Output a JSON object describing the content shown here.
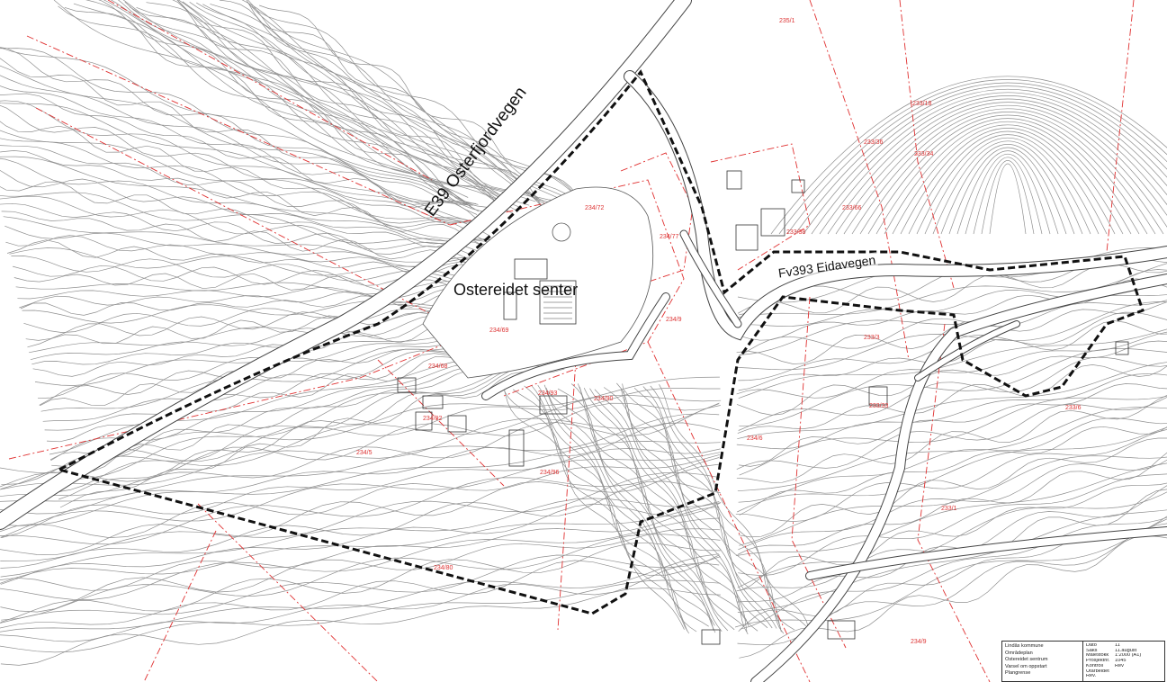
{
  "labels": {
    "road_e39": "E39 Osterfjordvegen",
    "place_main": "Ostereidet senter",
    "road_fv": "Fv393 Eidavegen"
  },
  "parcels": [
    {
      "id": "p1",
      "text": "235/1"
    },
    {
      "id": "p2",
      "text": "233/18"
    },
    {
      "id": "p3",
      "text": "233/36"
    },
    {
      "id": "p4",
      "text": "233/34"
    },
    {
      "id": "p5",
      "text": "233/66"
    },
    {
      "id": "p6",
      "text": "233/38"
    },
    {
      "id": "p7",
      "text": "234/72"
    },
    {
      "id": "p8",
      "text": "234/77"
    },
    {
      "id": "p9",
      "text": "234/69"
    },
    {
      "id": "p10",
      "text": "234/9"
    },
    {
      "id": "p11",
      "text": "234/68"
    },
    {
      "id": "p12",
      "text": "234/93"
    },
    {
      "id": "p13",
      "text": "234/92"
    },
    {
      "id": "p14",
      "text": "234/90"
    },
    {
      "id": "p15",
      "text": "234/5"
    },
    {
      "id": "p16",
      "text": "234/6"
    },
    {
      "id": "p17",
      "text": "233/3"
    },
    {
      "id": "p18",
      "text": "233/33"
    },
    {
      "id": "p19",
      "text": "233/6"
    },
    {
      "id": "p20",
      "text": "233/1"
    },
    {
      "id": "p21",
      "text": "234/80"
    },
    {
      "id": "p22",
      "text": "234/96"
    },
    {
      "id": "p23",
      "text": "234/9"
    }
  ],
  "title_block": {
    "left_lines": [
      "Lindås kommune",
      "Områdeplan",
      "Ostereidet sentrum",
      "Varsel om oppstart",
      "Plangrense"
    ],
    "right_pairs": [
      {
        "k": "Dato",
        "v": "11"
      },
      {
        "k": "Saks",
        "v": "11.august"
      },
      {
        "k": "Målestokk",
        "v": "1:2000 (A1)"
      },
      {
        "k": "Prosjektnr.",
        "v": "1045"
      },
      {
        "k": "Kontroll",
        "v": "Rev"
      },
      {
        "k": "Utarbeidet av",
        "v": ""
      },
      {
        "k": "Rev.",
        "v": ""
      }
    ]
  },
  "colors": {
    "contour": "#8f8f8f",
    "road_edge": "#444444",
    "parcel_line": "#e03030",
    "plan_boundary": "#111111"
  }
}
